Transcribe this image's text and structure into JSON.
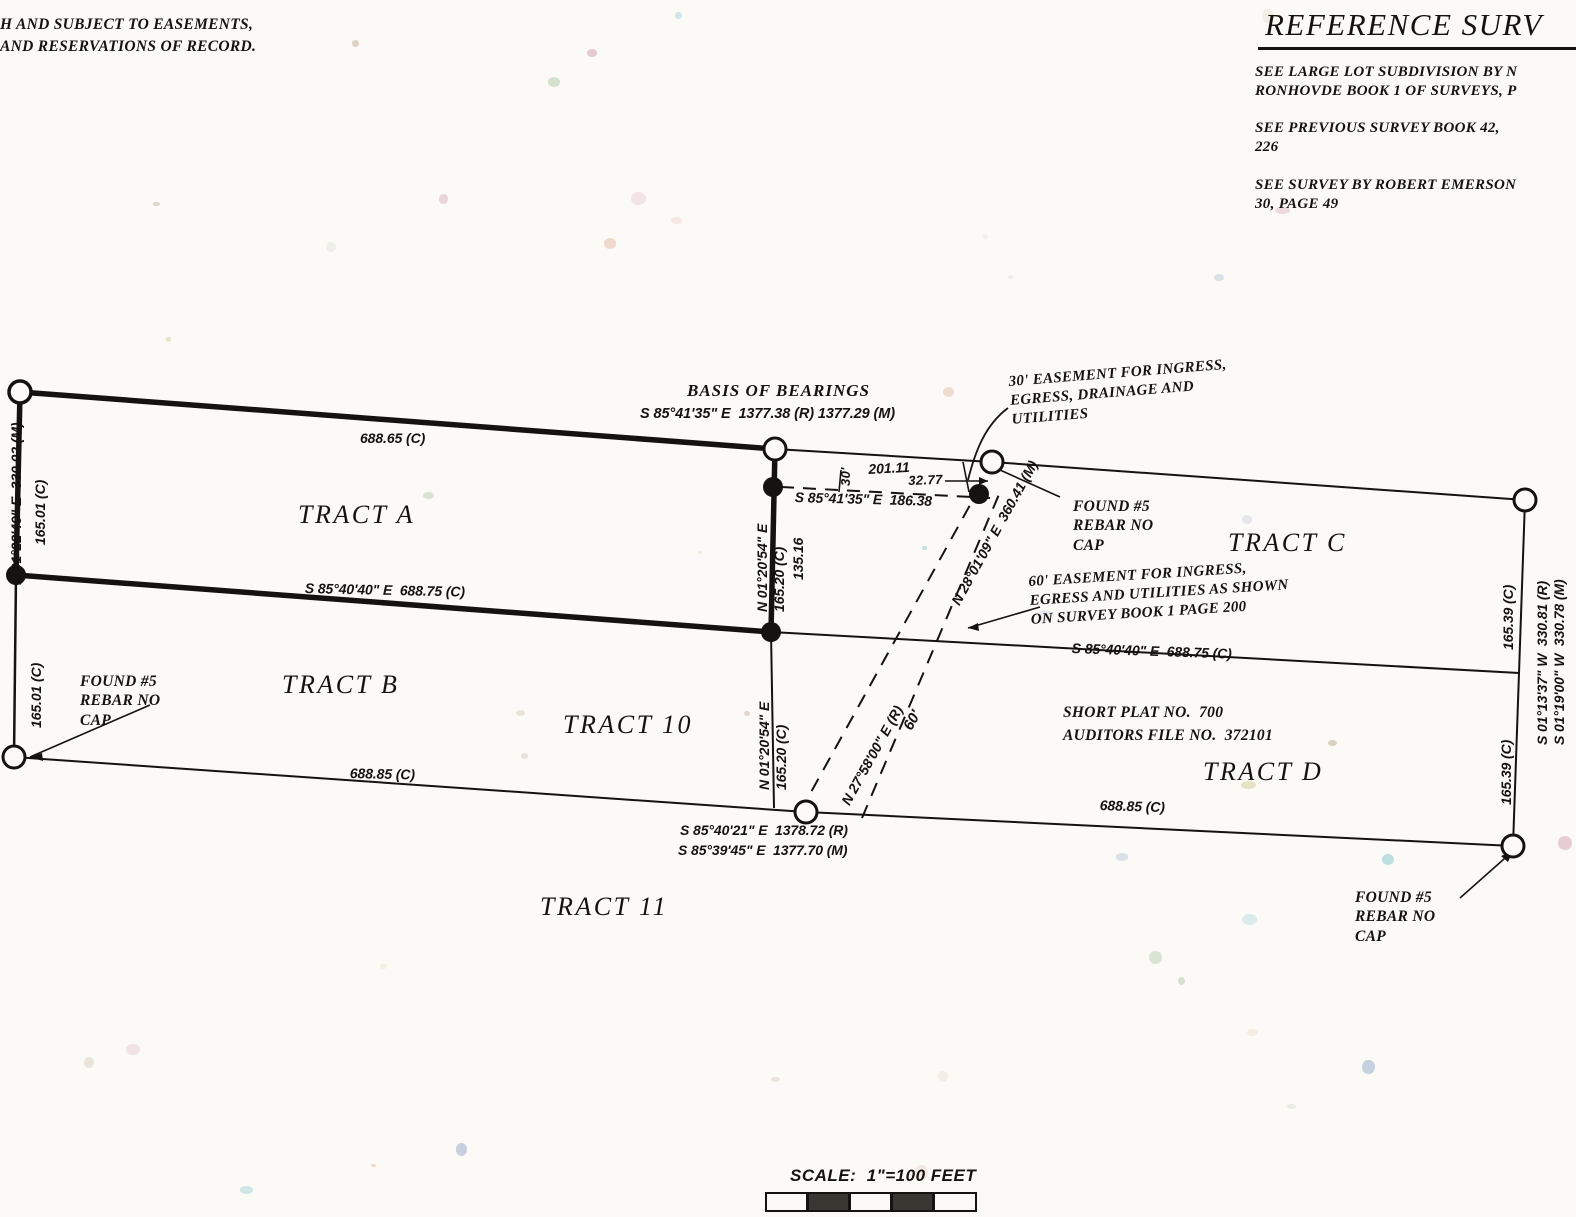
{
  "document": {
    "type": "record-of-survey-plat",
    "scale_note": "SCALE:  1\"=100 FEET"
  },
  "legal_note": {
    "line1": "H AND SUBJECT TO EASEMENTS,",
    "line2": "AND RESERVATIONS OF RECORD."
  },
  "reference_surveys": {
    "title": "REFERENCE SURV",
    "items": [
      "SEE LARGE LOT SUBDIVISION BY N\nRONHOVDE BOOK 1 OF SURVEYS, P",
      "SEE PREVIOUS SURVEY BOOK 42, \n226",
      "SEE SURVEY BY ROBERT EMERSON\n30, PAGE 49"
    ]
  },
  "basis_of_bearings": {
    "title": "BASIS OF BEARINGS",
    "call": "S 85°41'35\" E  1377.38 (R) 1377.29 (M)"
  },
  "tracts": [
    {
      "label": "TRACT A"
    },
    {
      "label": "TRACT B"
    },
    {
      "label": "TRACT C"
    },
    {
      "label": "TRACT D"
    },
    {
      "label": "TRACT 10"
    },
    {
      "label": "TRACT 11"
    }
  ],
  "easements": {
    "thirty_foot": "30' EASEMENT FOR INGRESS,\nEGRESS, DRAINAGE AND\nUTILITIES",
    "sixty_foot": "60' EASEMENT FOR INGRESS,\nEGRESS AND UTILITIES AS SHOWN\nON SURVEY BOOK 1 PAGE 200",
    "width_tick_30": "30'",
    "width_tick_60": "60'"
  },
  "plat_refs": {
    "short_plat": "SHORT PLAT NO.  700",
    "auditors_file": "AUDITORS FILE NO.  372101"
  },
  "monuments": [
    {
      "label": "FOUND #5\nREBAR NO\nCAP"
    },
    {
      "label": "FOUND #5\nREBAR NO\nCAP"
    },
    {
      "label": "FOUND #5\nREBAR NO\nCAP"
    }
  ],
  "dimensions": {
    "north_tract_a": "688.65 (C)",
    "tract_a_south": "S 85°40'40\" E  688.75 (C)",
    "tract_b_south": "688.85 (C)",
    "tract_c_south": "S 85°40'40\" E  688.75 (C)",
    "tract_d_south": "688.85 (C)",
    "left_upper": "165.01 (C)",
    "left_lower": "165.01 (C)",
    "left_overall": "N 01°22'49\" E  330.02 (M)",
    "center_upper": "N 01°20'54\" E\n165.20 (C)",
    "center_lower": "N 01°20'54\" E\n165.20 (C)",
    "center_partial": "135.16",
    "right_upper": "165.39 (C)",
    "right_lower": "165.39 (C)",
    "right_overall_r": "S 01°13'37\" W  330.81 (R)",
    "right_overall_m": "S 01°19'00\" W  330.78 (M)",
    "easement_top_201": "201.11",
    "easement_top_3277": "32.77",
    "easement_call_186": "S 85°41'35\" E  186.38",
    "diag_m": "N 28°01'09\" E  360.41 (M)",
    "diag_r": "N 27°58'00\" E (R)",
    "south_line_r": "S 85°40'21\" E  1378.72 (R)",
    "south_line_m": "S 85°39'45\" E  1377.70 (M)"
  },
  "scale": {
    "text": "SCALE:  1\"=100 FEET",
    "segments": [
      "empty",
      "fill",
      "empty",
      "fill",
      "empty"
    ]
  },
  "colors": {
    "ink": "#15130f",
    "paper": "#fbfaf7"
  }
}
